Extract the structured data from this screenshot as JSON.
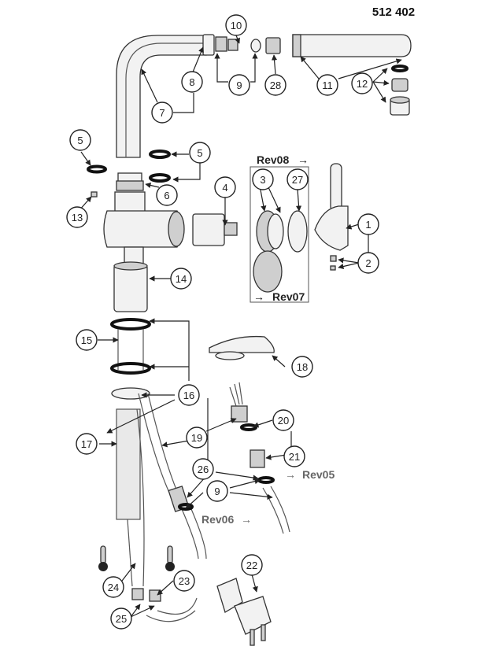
{
  "document_number": "512 402",
  "callouts": [
    "1",
    "2",
    "3",
    "4",
    "5",
    "6",
    "7",
    "8",
    "9",
    "10",
    "11",
    "12",
    "13",
    "14",
    "15",
    "16",
    "17",
    "18",
    "19",
    "20",
    "21",
    "22",
    "23",
    "24",
    "25",
    "26",
    "27",
    "28"
  ],
  "revisions": {
    "rev08": "Rev08",
    "rev07": "Rev07",
    "rev05": "Rev05",
    "rev06": "Rev06"
  },
  "arrow": "→"
}
